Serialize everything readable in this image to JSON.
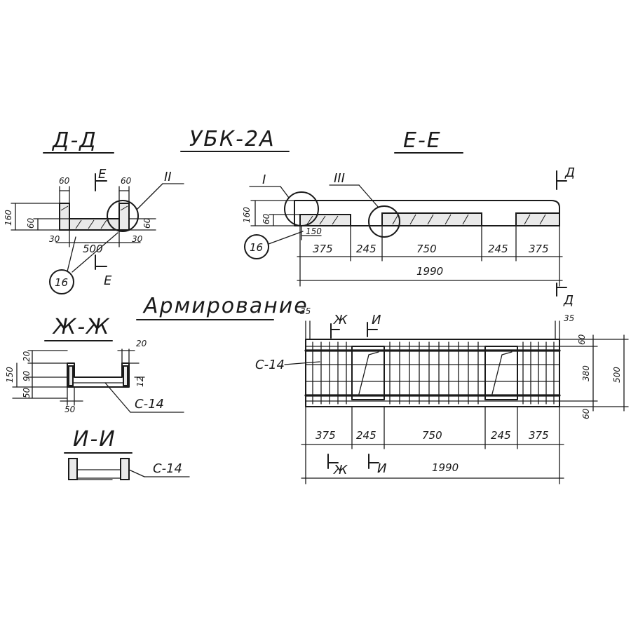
{
  "title": "УБК-2А",
  "section_labels": {
    "dd": "Д-Д",
    "ee": "Е-Е",
    "zhzh": "Ж-Ж",
    "ii": "И-И"
  },
  "reinforcement_title": "Армирование",
  "cut_letters": {
    "E": "Е",
    "D": "Д",
    "Zh": "Ж",
    "I": "И"
  },
  "callouts": {
    "I": "I",
    "II": "II",
    "III": "III",
    "node": "16"
  },
  "mesh_label": "С-14",
  "dims": {
    "dd": {
      "left_flange": "60",
      "right_flange": "60",
      "total_height": "160",
      "slab_height": "60",
      "right_side": "60",
      "left_bottom": "30",
      "right_bottom": "30",
      "width": "500"
    },
    "ee": {
      "height": "160",
      "slab": "60",
      "node_offset": "150",
      "segments": [
        "375",
        "245",
        "750",
        "245",
        "375"
      ],
      "total": "1990"
    },
    "zhzh": {
      "top_right": "20",
      "top_left": "20",
      "total_height": "150",
      "inner_height": "90",
      "bottom": "50",
      "base": "50",
      "right_gap": "12"
    },
    "plan": {
      "left_offset": "35",
      "right_offset": "35",
      "side_top": "60",
      "side_mid": "380",
      "side_bottom": "60",
      "side_total": "500",
      "segments": [
        "375",
        "245",
        "750",
        "245",
        "375"
      ],
      "total": "1990"
    }
  }
}
